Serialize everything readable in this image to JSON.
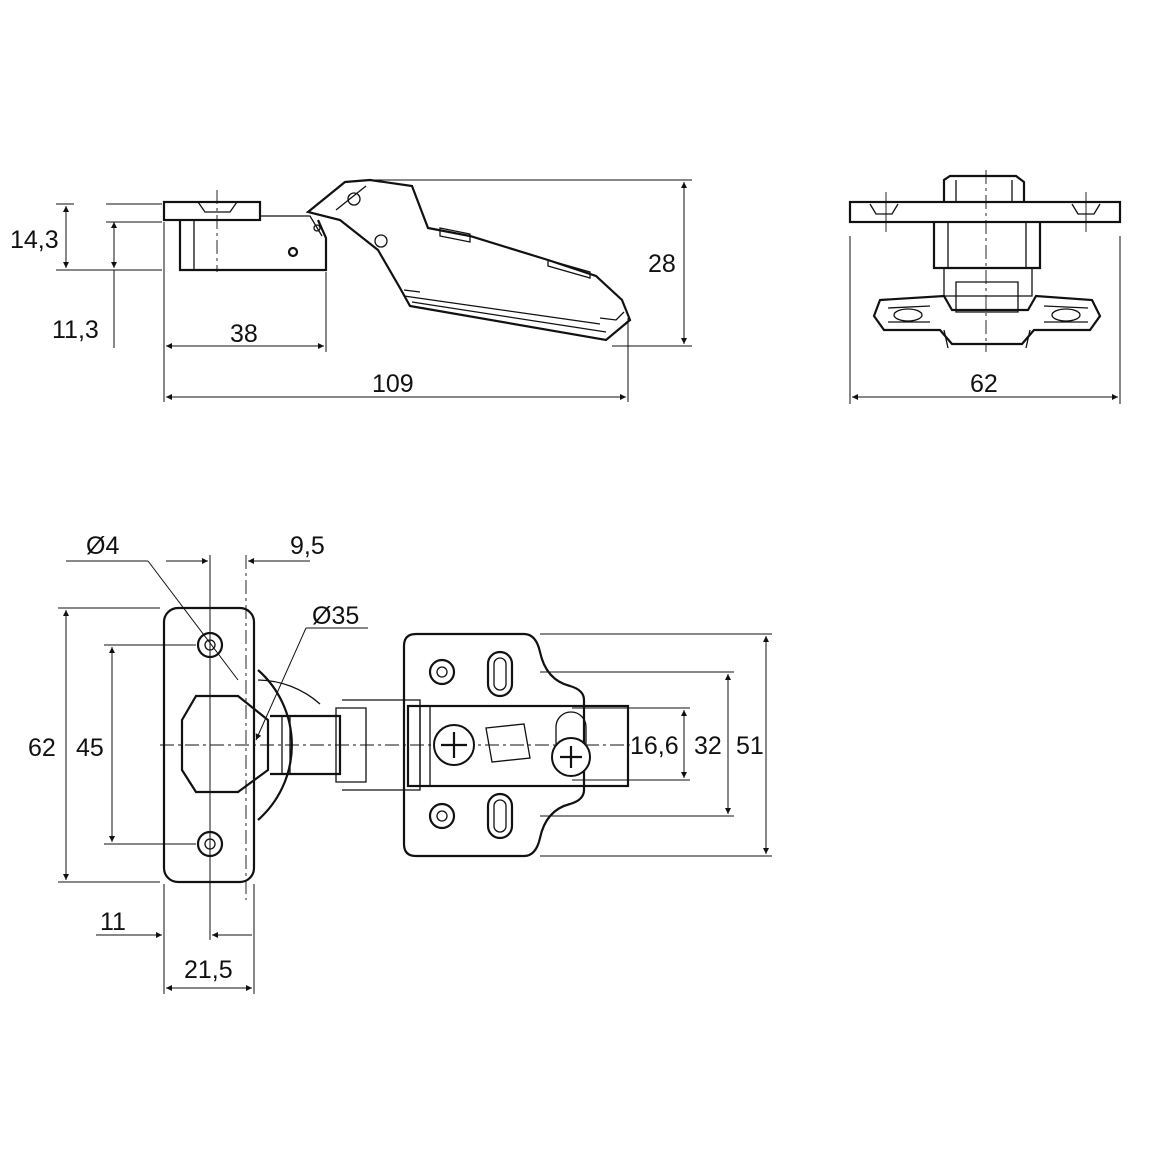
{
  "side_view": {
    "dim_14_3": "14,3",
    "dim_11_3": "11,3",
    "dim_38": "38",
    "dim_109": "109",
    "dim_28": "28"
  },
  "end_view": {
    "dim_62": "62"
  },
  "plan_view": {
    "dim_d4": "Ø4",
    "dim_9_5": "9,5",
    "dim_d35": "Ø35",
    "dim_62": "62",
    "dim_45": "45",
    "dim_11": "11",
    "dim_21_5": "21,5",
    "dim_16_6": "16,6",
    "dim_32": "32",
    "dim_51": "51"
  }
}
